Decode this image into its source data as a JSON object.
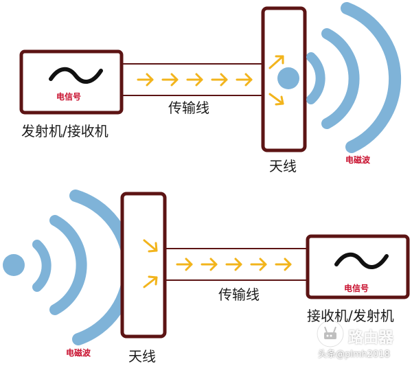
{
  "top": {
    "device_signal": "电信号",
    "device_label": "发射机/接收机",
    "line_label": "传输线",
    "antenna_label": "天线",
    "wave_label": "电磁波"
  },
  "bottom": {
    "device_signal": "电信号",
    "device_label": "接收机/发射机",
    "line_label": "传输线",
    "antenna_label": "天线",
    "wave_label": "电磁波"
  },
  "watermark": {
    "logo_text": "路由器",
    "handle": "头条@plmh2018"
  },
  "colors": {
    "frame": "#5c1414",
    "arrow": "#f2b41c",
    "wave": "#7fb3d8",
    "signal_text": "#c8102e"
  }
}
